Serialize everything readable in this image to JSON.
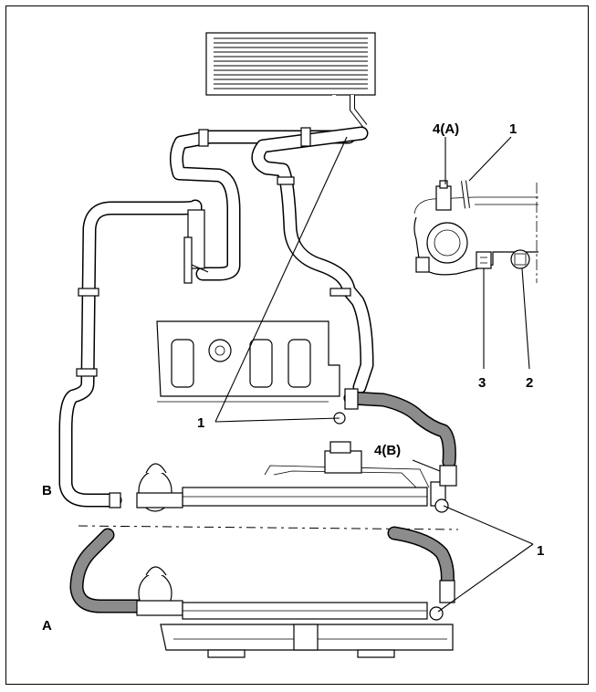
{
  "labels": {
    "label_4a": "4(A)",
    "label_1_top": "1",
    "label_3": "3",
    "label_2": "2",
    "label_1_mid": "1",
    "label_4b": "4(B)",
    "label_b": "B",
    "label_1_right": "1",
    "label_a": "A"
  }
}
